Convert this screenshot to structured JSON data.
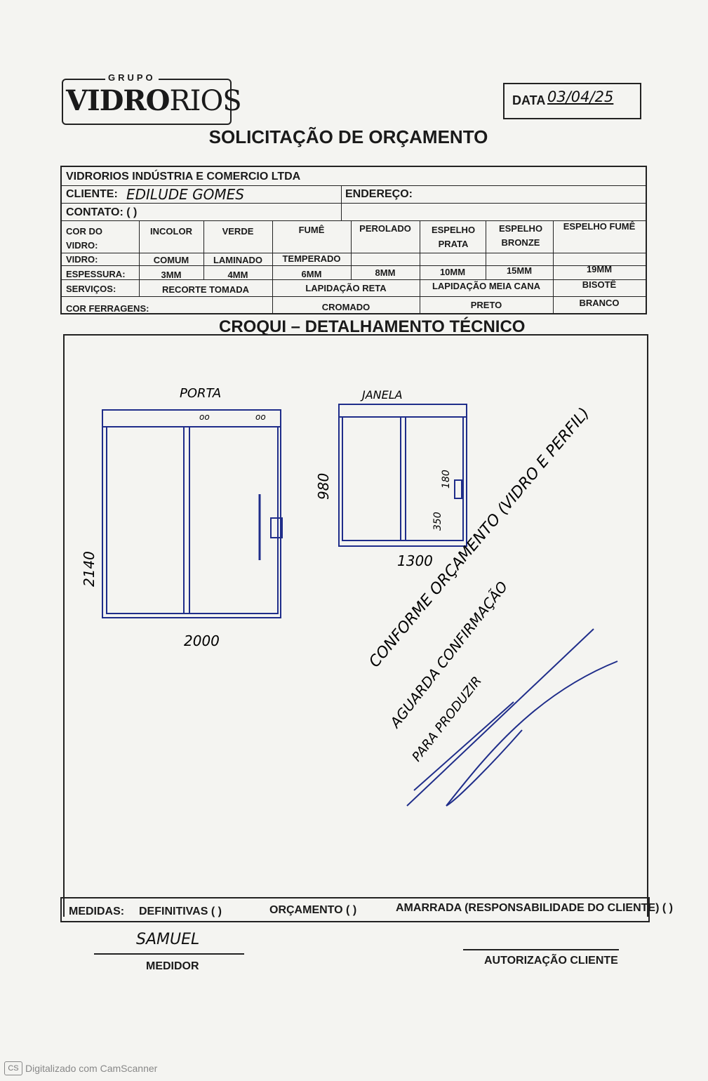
{
  "logo": {
    "grupo": "GRUPO",
    "brand_bold": "VIDRO",
    "brand_light": "RIOS"
  },
  "date": {
    "label": "DATA",
    "value": "03/04/25"
  },
  "form_title": "SOLICITAÇÃO DE ORÇAMENTO",
  "company": "VIDRORIOS INDÚSTRIA E COMERCIO LTDA",
  "cliente": {
    "label": "CLIENTE:",
    "value": "EDILUDE GOMES"
  },
  "endereco": {
    "label": "ENDEREÇO:"
  },
  "contato": {
    "label": "CONTATO: (  )"
  },
  "cor_vidro": {
    "label": "COR DO VIDRO:",
    "options": [
      "INCOLOR",
      "VERDE",
      "FUMÊ",
      "PEROLADO",
      "ESPELHO PRATA",
      "ESPELHO BRONZE",
      "ESPELHO FUMÊ"
    ]
  },
  "vidro": {
    "label": "VIDRO:",
    "options": [
      "COMUM",
      "LAMINADO",
      "TEMPERADO"
    ]
  },
  "espessura": {
    "label": "ESPESSURA:",
    "options": [
      "3MM",
      "4MM",
      "6MM",
      "8MM",
      "10MM",
      "15MM",
      "19MM"
    ]
  },
  "servicos": {
    "label": "SERVIÇOS:",
    "options": [
      "RECORTE TOMADA",
      "LAPIDAÇÃO RETA",
      "LAPIDAÇÃO MEIA CANA",
      "BISOTÊ"
    ]
  },
  "cor_ferragens": {
    "label": "COR FERRAGENS:",
    "options": [
      "CROMADO",
      "PRETO",
      "BRANCO"
    ]
  },
  "croqui_title": "CROQUI – DETALHAMENTO TÉCNICO",
  "sketch": {
    "porta_label": "PORTA",
    "porta_height": "2140",
    "porta_width": "2000",
    "porta_holes": "oo",
    "janela_label": "JANELA",
    "janela_height": "980",
    "janela_width": "1300",
    "janela_dim_a": "180",
    "janela_dim_b": "350",
    "note_1": "CONFORME ORÇAMENTO (VIDRO E PERFIL)",
    "note_2": "AGUARDA CONFIRMAÇÃO",
    "note_3": "PARA PRODUZIR"
  },
  "medidas": {
    "label": "MEDIDAS:",
    "definitivas": "DEFINITIVAS (  )",
    "orcamento": "ORÇAMENTO (  )",
    "amarrada": "AMARRADA (RESPONSABILIDADE DO CLIENTE) (  )"
  },
  "medidor": {
    "signature": "SAMUEL",
    "label": "MEDIDOR"
  },
  "autorizacao": {
    "label": "AUTORIZAÇÃO CLIENTE"
  },
  "footer": {
    "icon": "CS",
    "text": "Digitalizado com CamScanner"
  }
}
